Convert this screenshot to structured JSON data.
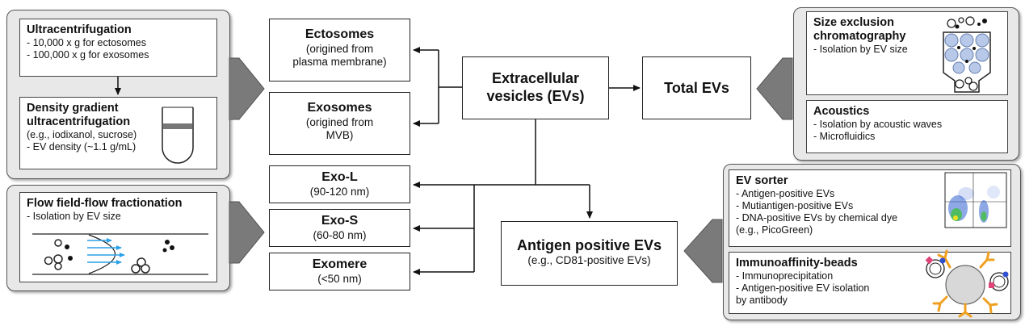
{
  "left_panel_top": {
    "ultracentrifugation": {
      "title": "Ultracentrifugation",
      "lines": [
        "- 10,000 x g for ectosomes",
        "- 100,000 x g for exosomes"
      ]
    },
    "density_gradient": {
      "title_line1": "Density gradient",
      "title_line2": "ultracentrifugation",
      "lines": [
        "(e.g., iodixanol, sucrose)",
        "- EV density (~1.1 g/mL)"
      ]
    }
  },
  "left_panel_bottom": {
    "title": "Flow field-flow fractionation",
    "lines": [
      "- Isolation by EV size"
    ]
  },
  "center_left": {
    "ectosomes": {
      "title": "Ectosomes",
      "lines": [
        "(origined from",
        "plasma membrane)"
      ]
    },
    "exosomes": {
      "title": "Exosomes",
      "lines": [
        "(origined from",
        "MVB)"
      ]
    },
    "exo_l": {
      "title": "Exo-L",
      "lines": [
        "(90-120 nm)"
      ]
    },
    "exo_s": {
      "title": "Exo-S",
      "lines": [
        "(60-80 nm)"
      ]
    },
    "exomere": {
      "title": "Exomere",
      "lines": [
        "(<50 nm)"
      ]
    }
  },
  "center": {
    "evs": {
      "line1": "Extracellular",
      "line2": "vesicles (EVs)"
    },
    "total_evs": "Total EVs",
    "antigen_positive": {
      "title": "Antigen positive EVs",
      "sub": "(e.g., CD81-positive EVs)"
    }
  },
  "right_panel_top": {
    "sec": {
      "title_line1": "Size exclusion",
      "title_line2": "chromatography",
      "lines": [
        "- Isolation by EV size"
      ]
    },
    "acoustics": {
      "title": "Acoustics",
      "lines": [
        "- Isolation by acoustic waves",
        "- Microfluidics"
      ]
    }
  },
  "right_panel_bottom": {
    "ev_sorter": {
      "title": "EV sorter",
      "lines": [
        "- Antigen-positive EVs",
        "- Mutiantigen-positive EVs",
        "- DNA-positive EVs by chemical dye",
        "(e.g., PicoGreen)"
      ]
    },
    "immunoaffinity": {
      "title": "Immunoaffinity-beads",
      "lines": [
        "- Immunoprecipitation",
        "- Antigen-positive EV isolation",
        "by antibody"
      ]
    }
  },
  "colors": {
    "panel_bg": "#e8e8e8",
    "arrow_gray": "#7a7a7a",
    "flow_arrow_blue": "#2aa0e6",
    "antibody_orange": "#f0a020",
    "marker_pink": "#e0457a",
    "marker_blue": "#3050d0"
  }
}
